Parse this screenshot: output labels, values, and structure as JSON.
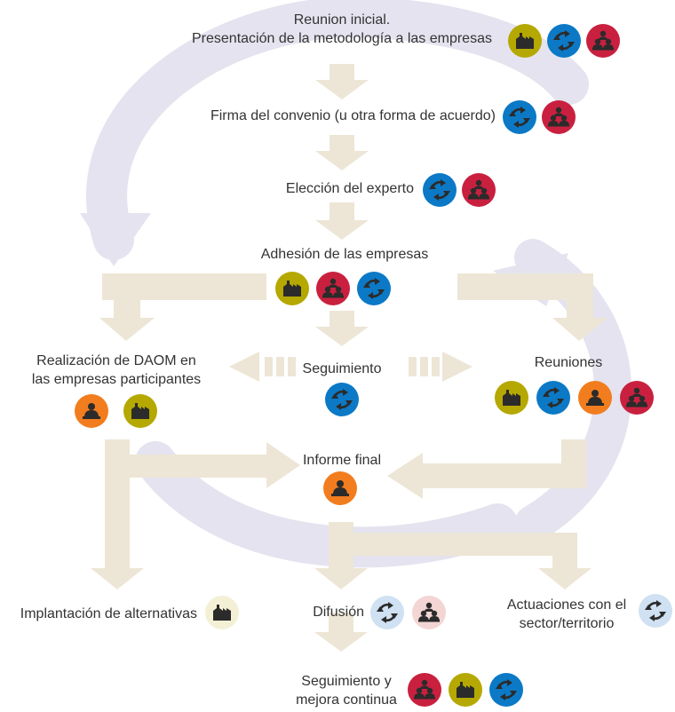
{
  "palette": {
    "arrow": "#EDE6D6",
    "swirl": "#E4E3EF",
    "company": "#B5A800",
    "cycle": "#0B79C6",
    "group": "#C9203F",
    "expert": "#F27D1E",
    "company_light": "#F4F0D6",
    "cycle_light": "#CFE1F2",
    "group_light": "#F3D5D3",
    "icon_dark": "#2b2b2b"
  },
  "icon_legend": {
    "company": "factory-icon",
    "cycle": "cycle-arrows-icon",
    "group": "people-group-icon",
    "expert": "person-icon"
  },
  "steps": {
    "reunion_inicial": {
      "lines": [
        "Reunion inicial.",
        "Presentación de la metodología a las empresas"
      ],
      "icons": [
        "company",
        "cycle",
        "group"
      ]
    },
    "firma": {
      "lines": [
        "Firma del convenio (u otra forma de acuerdo)"
      ],
      "icons": [
        "cycle",
        "group"
      ]
    },
    "eleccion": {
      "lines": [
        "Elección del experto"
      ],
      "icons": [
        "cycle",
        "group"
      ]
    },
    "adhesion": {
      "lines": [
        "Adhesión de las empresas"
      ],
      "icons": [
        "company",
        "group",
        "cycle"
      ]
    },
    "daom": {
      "lines": [
        "Realización  de DAOM en",
        "las empresas participantes"
      ],
      "icons": [
        "expert",
        "company"
      ]
    },
    "seguimiento": {
      "lines": [
        "Seguimiento"
      ],
      "icons": [
        "cycle"
      ]
    },
    "reuniones": {
      "lines": [
        "Reuniones"
      ],
      "icons": [
        "company",
        "cycle",
        "expert",
        "group"
      ]
    },
    "informe": {
      "lines": [
        "Informe final"
      ],
      "icons": [
        "expert"
      ]
    },
    "implantacion": {
      "lines": [
        "Implantación de alternativas"
      ],
      "icons": [
        "company_light"
      ]
    },
    "difusion": {
      "lines": [
        "Difusión"
      ],
      "icons": [
        "cycle_light",
        "group_light"
      ]
    },
    "actuaciones": {
      "lines": [
        "Actuaciones con el",
        "sector/territorio"
      ],
      "icons": [
        "cycle_light"
      ]
    },
    "mejora": {
      "lines": [
        "Seguimiento y",
        "mejora continua"
      ],
      "icons": [
        "group",
        "company",
        "cycle"
      ]
    }
  }
}
